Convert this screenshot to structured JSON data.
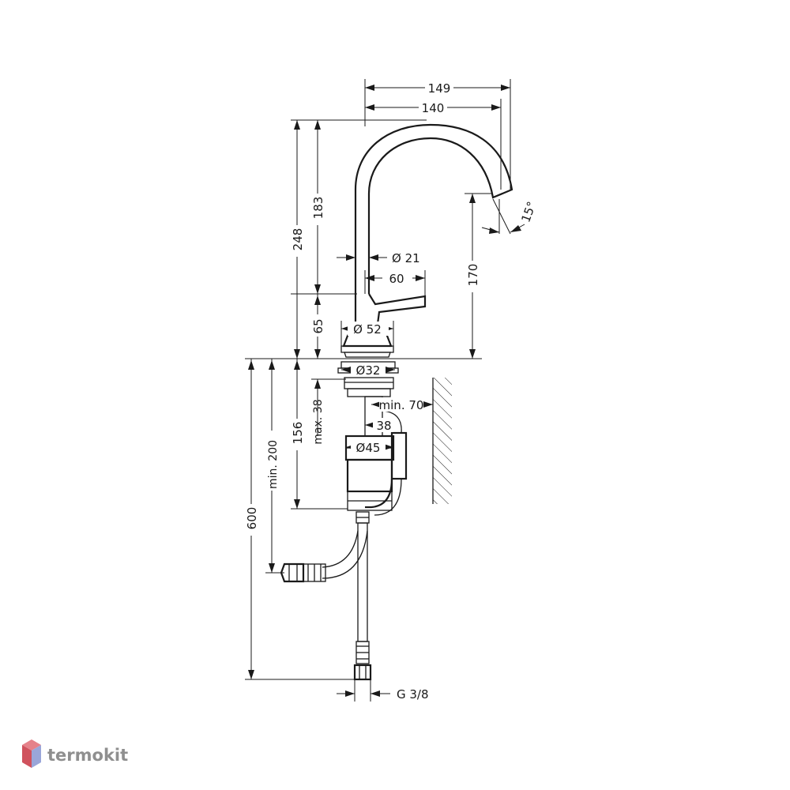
{
  "drawing": {
    "dimensions": {
      "spout_reach_outer": "149",
      "spout_reach": "140",
      "total_height": "248",
      "spout_height": "183",
      "outlet_height": "170",
      "spout_angle": "15°",
      "spout_diameter": "Ø 21",
      "lever_length": "60",
      "base_height": "65",
      "base_diameter": "Ø 52",
      "mount_hole": "Ø32",
      "min_wall": "min. 70",
      "max_thickness": "max. 38",
      "nut_width": "38",
      "nut_diameter": "Ø45",
      "below_deck": "156",
      "min_supply": "min. 200",
      "hose_length": "600",
      "thread": "G 3/8"
    }
  },
  "watermark": {
    "brand": "termokit",
    "colors": {
      "top": "#e5828a",
      "left": "#d0525d",
      "right": "#9aa6d9"
    }
  }
}
